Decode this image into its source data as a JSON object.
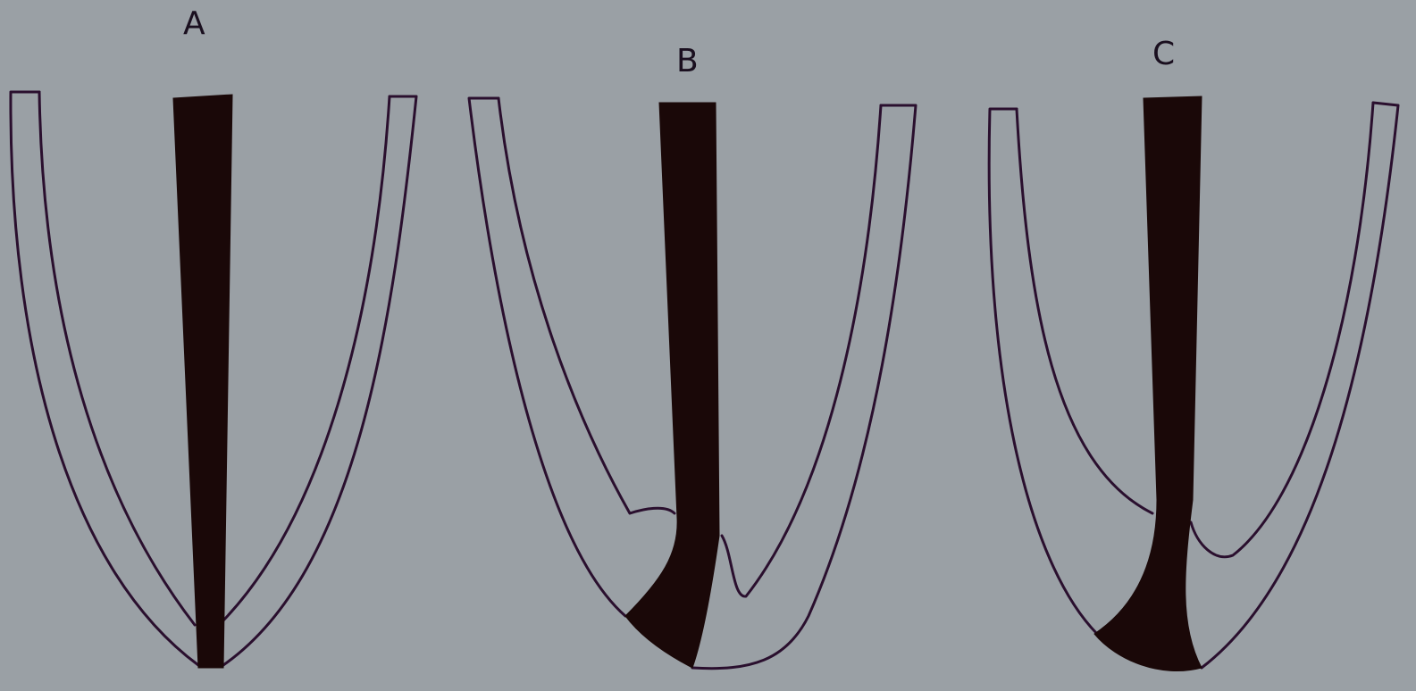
{
  "panels": [
    {
      "label": "A"
    },
    {
      "label": "B"
    },
    {
      "label": "C"
    }
  ],
  "colors": {
    "background": "#9aa0a5",
    "outline": "#2a0f2e",
    "fill": "#1a0808"
  }
}
